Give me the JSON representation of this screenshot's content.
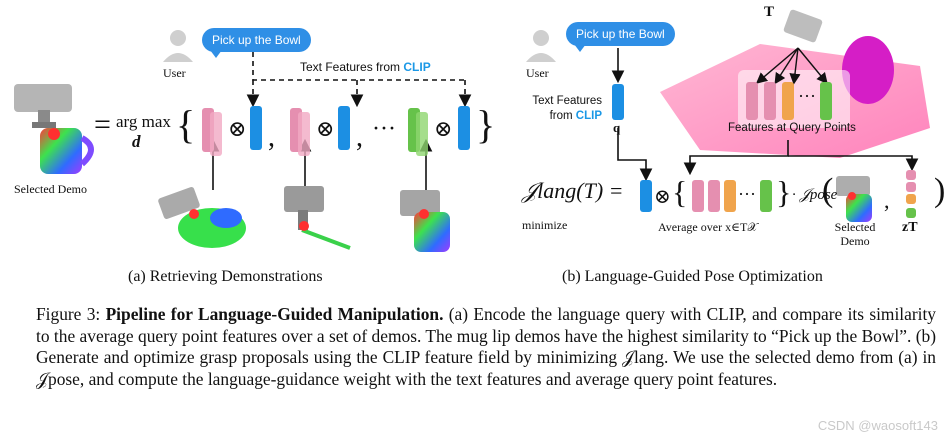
{
  "panel_a": {
    "user_label": "User",
    "query": "Pick up the Bowl",
    "text_features_prefix": "Text Features from ",
    "clip": "CLIP",
    "argmax_top": "arg max",
    "argmax_var": "d",
    "equals": "=",
    "otimes": "⊗",
    "comma": ",",
    "ellipsis": "···",
    "brace_open": "{",
    "brace_close": "}",
    "selected_demo": "Selected Demo",
    "subtitle": "(a) Retrieving Demonstrations"
  },
  "panel_b": {
    "user_label": "User",
    "query": "Pick up the Bowl",
    "text_features_line1": "Text Features",
    "text_features_from": "from ",
    "clip": "CLIP",
    "q": "q",
    "T_label": "T",
    "features_at_query": "Features at Query Points",
    "objective": "𝒥lang(T) =",
    "minimize": "minimize",
    "otimes": "⊗",
    "ellipsis": "···",
    "brace_open": "{",
    "brace_close": "}",
    "average_over": "Average over x∈T𝒳",
    "dot_jpose": "· 𝒥pose",
    "paren_open": "(",
    "paren_close": ")",
    "comma": ",",
    "selected_demo_line1": "Selected",
    "selected_demo_line2": "Demo",
    "zT": "zT",
    "subtitle": "(b) Language-Guided Pose Optimization"
  },
  "caption": {
    "fig_label": "Figure 3:",
    "bold_title": "Pipeline for Language-Guided Manipulation.",
    "text": " (a) Encode the language query with CLIP, and compare its similarity to the average query point features over a set of demos. The mug lip demos have the highest similarity to “Pick up the Bowl”. (b) Generate and optimize grasp proposals using the CLIP feature field by minimizing 𝒥lang. We use the selected demo from (a) in 𝒥pose, and compute the language-guidance weight with the text features and average query point features."
  },
  "watermark": "CSDN @waosoft143",
  "colors": {
    "blue_bar": "#1c8fe3",
    "pink_bar": "#e58fb0",
    "orange_bar": "#f0a44c",
    "green_bar": "#66c24a",
    "clip_text": "#1b98e6",
    "bubble": "#2f8fe6"
  },
  "icons": [
    "user-avatar-icon",
    "robot-gripper-icon",
    "mug-icon"
  ]
}
